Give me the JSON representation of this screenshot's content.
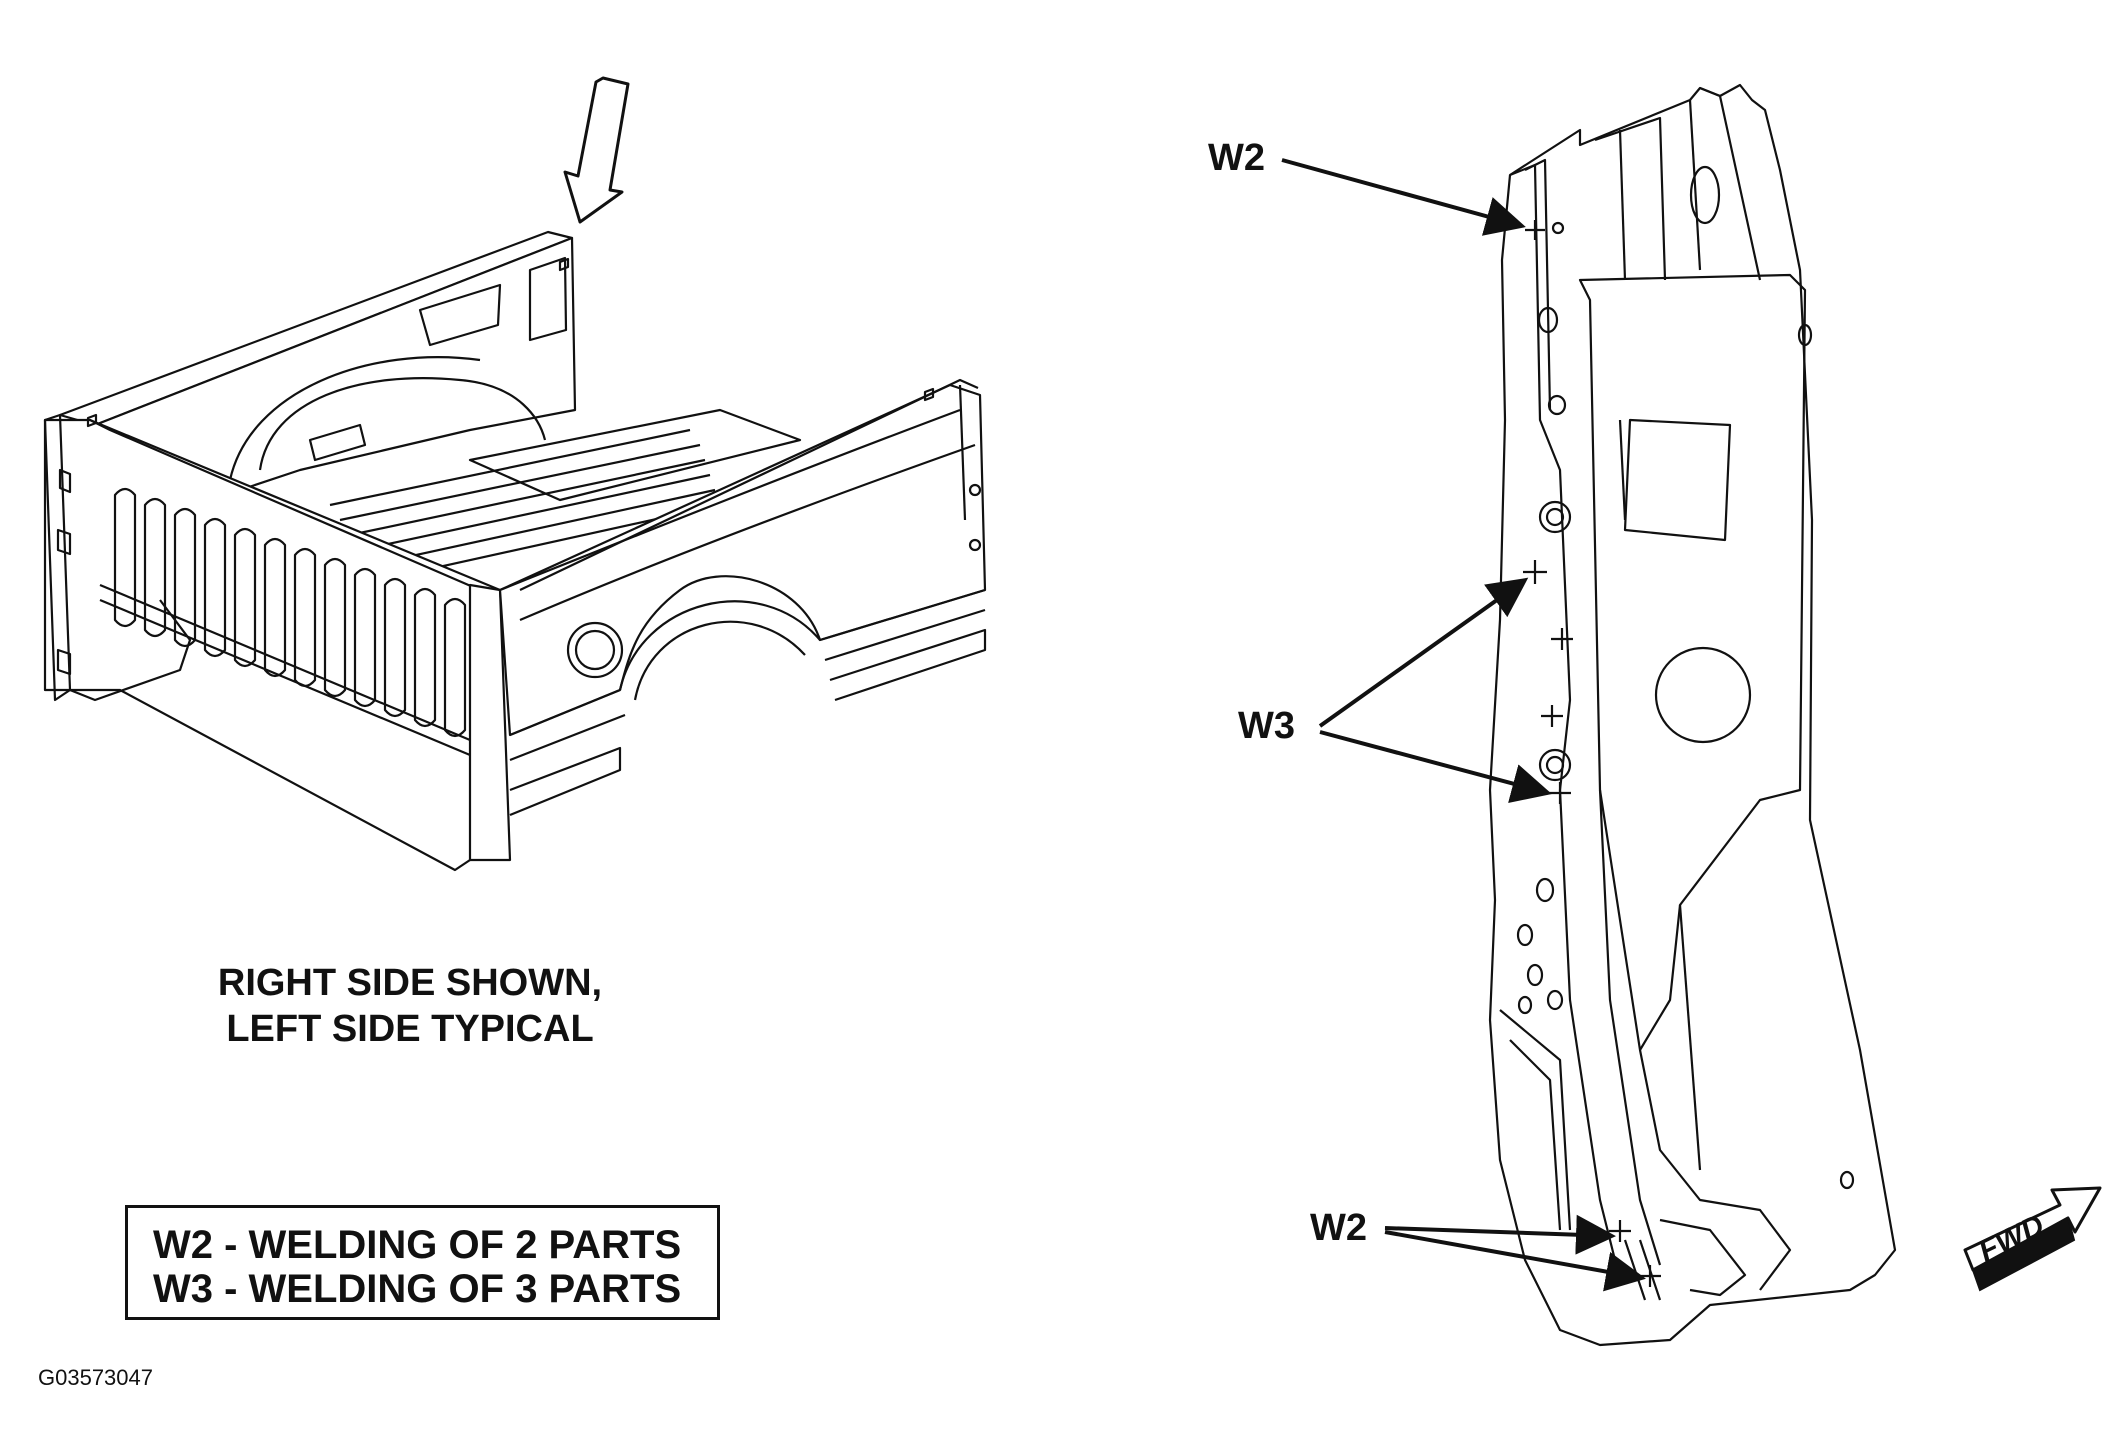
{
  "caption": {
    "line1": "RIGHT SIDE SHOWN,",
    "line2": "LEFT SIDE TYPICAL"
  },
  "legend": {
    "w2": "W2 - WELDING OF 2 PARTS",
    "w3": "W3 - WELDING OF 3 PARTS"
  },
  "figure_id": "G03573047",
  "callouts": {
    "w2_top": "W2",
    "w3": "W3",
    "w2_bottom": "W2"
  },
  "direction_label": "FWD"
}
